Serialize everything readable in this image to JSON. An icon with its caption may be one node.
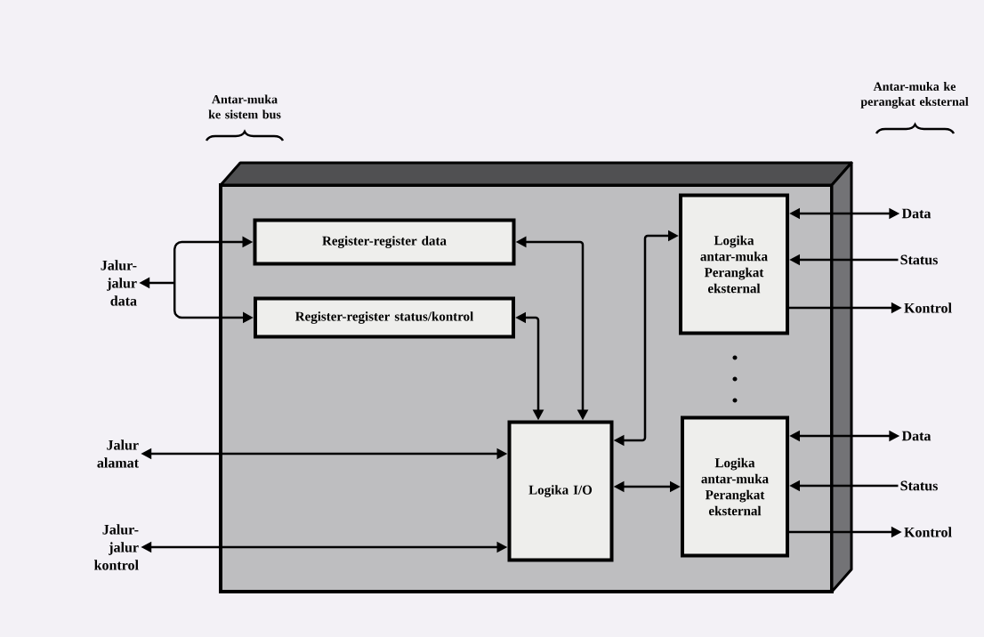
{
  "diagram": {
    "nodes": [
      {
        "text": [],
        "shape": "box"
      },
      {
        "text": [
          "Register-register data"
        ],
        "in": 0
      },
      {
        "text": [
          "Register-register status/kontrol"
        ],
        "in": 0
      },
      {
        "text": [
          "Logika I/O"
        ],
        "in": 0
      },
      {
        "text": [
          "Logika antar-muka Perangkat eksternal"
        ],
        "in": 0
      },
      {
        "text": [
          "Logika antar-muka Perangkat eksternal"
        ],
        "in": 0
      },
      {
        "text": [
          "Jalur-jalur data"
        ]
      },
      {
        "text": [
          "Jalur alamat"
        ]
      },
      {
        "text": [
          "Jalur-jalur kontrol"
        ]
      },
      {
        "text": [
          "Data"
        ]
      },
      {
        "text": [
          "Status"
        ]
      },
      {
        "text": [
          "Kontrol"
        ]
      },
      {
        "text": [
          "Data"
        ]
      },
      {
        "text": [
          "Status"
        ]
      },
      {
        "text": [
          "Kontrol"
        ]
      }
    ],
    "edges": [
      {
        "from": 6,
        "to": 1,
        "arrow": "both"
      },
      {
        "from": 6,
        "to": 2,
        "arrow": "both"
      },
      {
        "from": 1,
        "to": 3,
        "arrow": "both"
      },
      {
        "from": 2,
        "to": 3,
        "arrow": "both"
      },
      {
        "from": 7,
        "to": 3,
        "arrow": "both"
      },
      {
        "from": 8,
        "to": 3,
        "arrow": "both"
      },
      {
        "from": 3,
        "to": 4,
        "arrow": "both"
      },
      {
        "from": 3,
        "to": 5,
        "arrow": "both"
      },
      {
        "from": 4,
        "to": 9,
        "arrow": "both"
      },
      {
        "from": 10,
        "to": 4,
        "arrow": "to"
      },
      {
        "from": 4,
        "to": 11,
        "arrow": "to"
      },
      {
        "from": 5,
        "to": 12,
        "arrow": "both"
      },
      {
        "from": 13,
        "to": 5,
        "arrow": "to"
      },
      {
        "from": 5,
        "to": 14,
        "arrow": "to"
      }
    ],
    "labels": [
      "Antar-muka ke sistem bus",
      "Antar-muka ke perangkat eksternal"
    ]
  }
}
